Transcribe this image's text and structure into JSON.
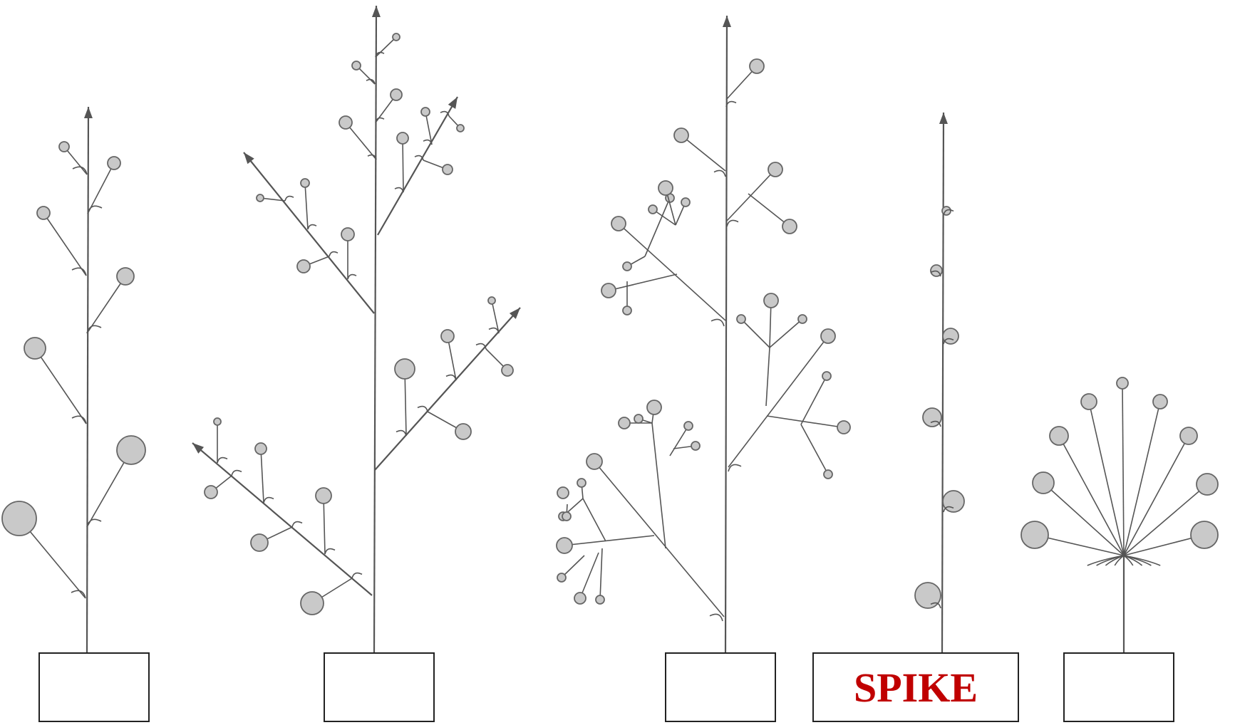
{
  "inflorescences": [
    {
      "id": "raceme-like",
      "label": ""
    },
    {
      "id": "panicle-like",
      "label": ""
    },
    {
      "id": "compound-cyme-like",
      "label": ""
    },
    {
      "id": "spike",
      "label": "SPIKE"
    },
    {
      "id": "umbel-like",
      "label": ""
    }
  ],
  "colors": {
    "label_text": "#c00000",
    "flower_fill": "#c9c9c9",
    "line": "#555555"
  }
}
